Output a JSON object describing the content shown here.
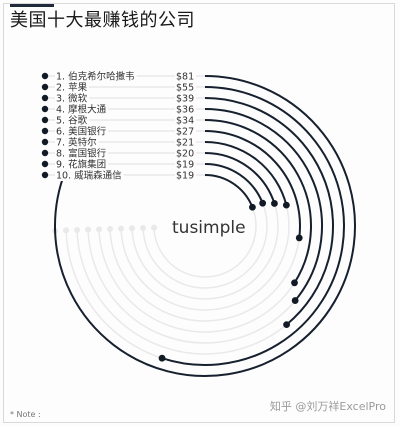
{
  "title": "美国十大最赚钱的公司",
  "note": "* Note :",
  "watermark": "知乎 @刘万祥ExcelPro",
  "center_text": "tusimple",
  "colors": {
    "arc": "#16202e",
    "track": "#e9e9e9",
    "leader": "#d6d6d6",
    "dot": "#121a26"
  },
  "chart_data": {
    "type": "radial-bar",
    "categories": [
      "1. 伯克希尔哈撒韦",
      "2. 苹果",
      "3. 微软",
      "4. 摩根大通",
      "5. 谷歌",
      "6. 美国银行",
      "7. 英特尔",
      "8. 富国银行",
      "9. 花旗集团",
      "10. 威瑞森通信"
    ],
    "values": [
      81,
      55,
      39,
      36,
      34,
      27,
      21,
      20,
      19,
      19
    ],
    "value_labels": [
      "$81",
      "$55",
      "$39",
      "$36",
      "$34",
      "$27",
      "$21",
      "$20",
      "$19",
      "$19"
    ],
    "max": 100
  }
}
